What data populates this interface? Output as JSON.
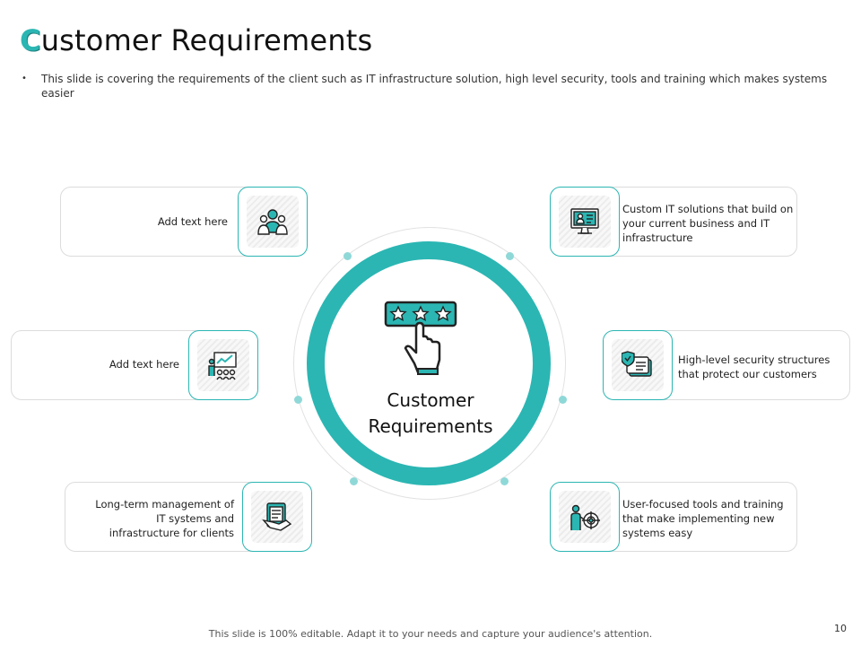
{
  "title": {
    "first_letter": "C",
    "rest": "ustomer Requirements"
  },
  "description": "This slide is covering the requirements of the client such as IT infrastructure solution, high level security, tools and training which makes systems easier",
  "center": {
    "label_line1": "Customer",
    "label_line2": "Requirements",
    "icon": "rating-stars-hand-icon"
  },
  "items": [
    {
      "text": "Add text here",
      "icon": "team-people-icon"
    },
    {
      "text": "Add text here",
      "icon": "presentation-icon"
    },
    {
      "text": "Long-term management of IT systems and infrastructure for clients",
      "icon": "tablet-hand-icon"
    },
    {
      "text": "Custom IT solutions that build on your current business and IT infrastructure",
      "icon": "computer-profile-icon"
    },
    {
      "text": "High-level security structures that protect our customers",
      "icon": "security-card-icon"
    },
    {
      "text": "User-focused tools and training that make implementing new systems easy",
      "icon": "user-training-icon"
    }
  ],
  "footer": "This slide is 100% editable. Adapt it to your needs and capture your audience's attention.",
  "page_number": "10",
  "colors": {
    "accent": "#2bb6b3",
    "ring_dot": "#8fd8d8",
    "card_border": "#dcdcdc"
  }
}
